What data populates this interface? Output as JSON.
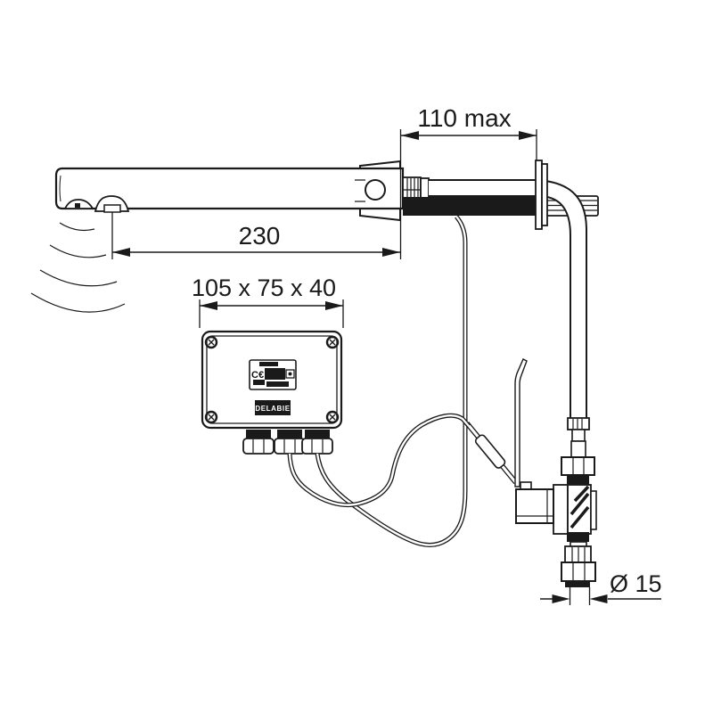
{
  "page": {
    "background": "#ffffff",
    "line_color": "#1a1a1a"
  },
  "diagram": {
    "type": "technical-drawing",
    "subject": "Wall-mounted electronic sensor tap with remote control box and solenoid valve",
    "dimensions": {
      "spout_projection": "230",
      "wall_max_thickness": "110 max",
      "control_box_size": "105 x 75 x 40",
      "pipe_diameter": "Ø 15"
    },
    "labels": {
      "brand": "DELABIE",
      "ce_marking": "C€"
    }
  }
}
